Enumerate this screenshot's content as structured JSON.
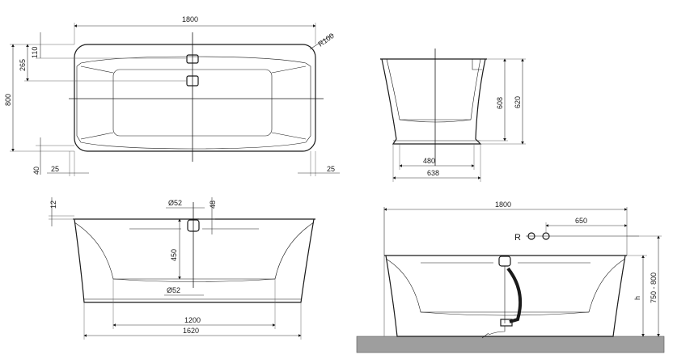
{
  "top_view": {
    "width": "1800",
    "height": "800",
    "radius": "R100",
    "d110": "110",
    "d265": "265",
    "d40": "40",
    "left_margin": "25",
    "right_margin": "25"
  },
  "end_view": {
    "d608": "608",
    "d620": "620",
    "d480": "480",
    "d638": "638"
  },
  "side_view": {
    "d12": "12",
    "overflow_dia": "Ø52",
    "d48": "48",
    "d450": "450",
    "drain_dia": "Ø52",
    "base_length": "1200",
    "bottom_length": "1620"
  },
  "install_view": {
    "width": "1800",
    "valve_offset": "650",
    "valve_label": "R",
    "height_range": "750 - 800",
    "height_symbol": "h"
  }
}
